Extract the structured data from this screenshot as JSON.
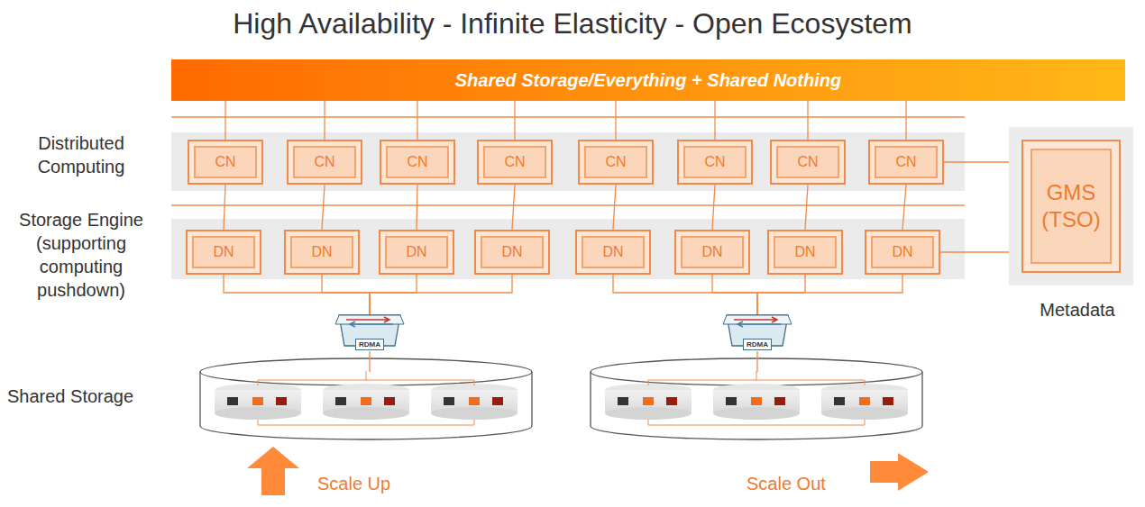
{
  "diagram": {
    "title": "High Availability - Infinite Elasticity - Open Ecosystem",
    "nodes": [
      {
        "text": [
          "Shared Storage/Everything + Shared Nothing"
        ]
      },
      {
        "text": [
          "CN"
        ]
      },
      {
        "text": [
          "CN"
        ]
      },
      {
        "text": [
          "CN"
        ]
      },
      {
        "text": [
          "CN"
        ]
      },
      {
        "text": [
          "CN"
        ]
      },
      {
        "text": [
          "CN"
        ]
      },
      {
        "text": [
          "CN"
        ]
      },
      {
        "text": [
          "CN"
        ]
      },
      {
        "text": [
          "DN"
        ]
      },
      {
        "text": [
          "DN"
        ]
      },
      {
        "text": [
          "DN"
        ]
      },
      {
        "text": [
          "DN"
        ]
      },
      {
        "text": [
          "DN"
        ]
      },
      {
        "text": [
          "DN"
        ]
      },
      {
        "text": [
          "DN"
        ]
      },
      {
        "text": [
          "DN"
        ]
      },
      {
        "text": [
          "GMS (TSO)",
          "Metadata"
        ]
      },
      {
        "text": [
          "RDMA"
        ]
      },
      {
        "text": [
          "RDMA"
        ]
      }
    ],
    "edges": [
      {
        "from": 0,
        "to": 1,
        "arrow": "none"
      },
      {
        "from": 0,
        "to": 2,
        "arrow": "none"
      },
      {
        "from": 0,
        "to": 3,
        "arrow": "none"
      },
      {
        "from": 0,
        "to": 4,
        "arrow": "none"
      },
      {
        "from": 0,
        "to": 5,
        "arrow": "none"
      },
      {
        "from": 0,
        "to": 6,
        "arrow": "none"
      },
      {
        "from": 0,
        "to": 7,
        "arrow": "none"
      },
      {
        "from": 0,
        "to": 8,
        "arrow": "none"
      },
      {
        "from": 1,
        "to": 9,
        "arrow": "none"
      },
      {
        "from": 2,
        "to": 10,
        "arrow": "none"
      },
      {
        "from": 3,
        "to": 11,
        "arrow": "none"
      },
      {
        "from": 4,
        "to": 12,
        "arrow": "none"
      },
      {
        "from": 5,
        "to": 13,
        "arrow": "none"
      },
      {
        "from": 6,
        "to": 14,
        "arrow": "none"
      },
      {
        "from": 7,
        "to": 15,
        "arrow": "none"
      },
      {
        "from": 8,
        "to": 16,
        "arrow": "none"
      },
      {
        "from": 8,
        "to": 17,
        "arrow": "none"
      },
      {
        "from": 16,
        "to": 17,
        "arrow": "none"
      },
      {
        "from": 9,
        "to": 18,
        "arrow": "none"
      },
      {
        "from": 10,
        "to": 18,
        "arrow": "none"
      },
      {
        "from": 11,
        "to": 18,
        "arrow": "none"
      },
      {
        "from": 12,
        "to": 18,
        "arrow": "none"
      },
      {
        "from": 13,
        "to": 19,
        "arrow": "none"
      },
      {
        "from": 14,
        "to": 19,
        "arrow": "none"
      },
      {
        "from": 15,
        "to": 19,
        "arrow": "none"
      },
      {
        "from": 16,
        "to": 19,
        "arrow": "none"
      }
    ],
    "labels": [
      "Distributed Computing",
      "Storage Engine (supporting computing pushdown)",
      "Shared Storage",
      "Scale Up",
      "Scale Out"
    ]
  }
}
